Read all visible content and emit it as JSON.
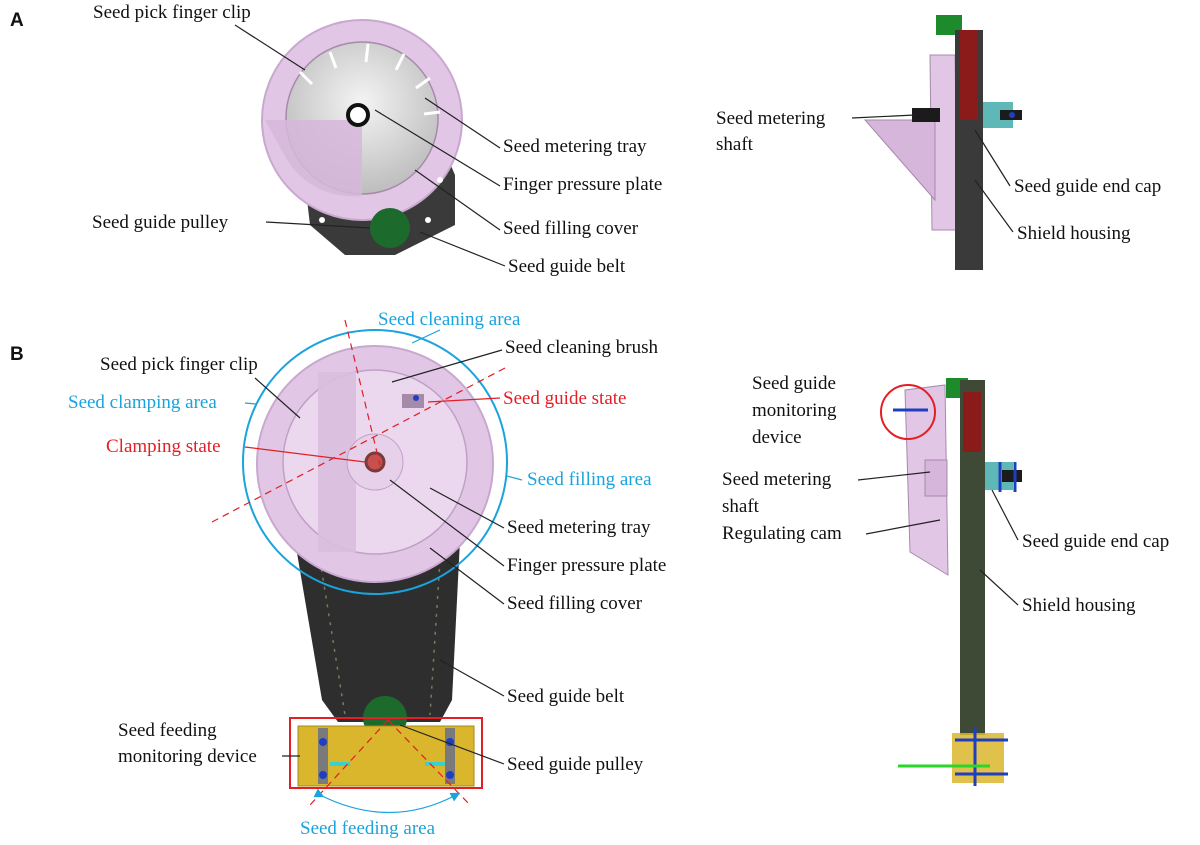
{
  "panel_a": {
    "letter": "A",
    "front_labels": {
      "finger_clip": "Seed pick finger clip",
      "metering_tray": "Seed metering tray",
      "pressure_plate": "Finger pressure plate",
      "filling_cover": "Seed filling cover",
      "guide_pulley": "Seed guide pulley",
      "guide_belt": "Seed guide belt"
    },
    "side_labels": {
      "shaft_line1": "Seed metering",
      "shaft_line2": "shaft",
      "end_cap": "Seed guide end cap",
      "shield": "Shield housing"
    }
  },
  "panel_b": {
    "letter": "B",
    "front_labels": {
      "cleaning_area": "Seed cleaning area",
      "cleaning_brush": "Seed cleaning brush",
      "finger_clip": "Seed pick finger clip",
      "guide_state": "Seed guide state",
      "clamping_area": "Seed clamping area",
      "clamping_state": "Clamping state",
      "filling_area": "Seed filling area",
      "metering_tray": "Seed metering tray",
      "pressure_plate": "Finger pressure plate",
      "filling_cover": "Seed filling cover",
      "guide_belt": "Seed guide belt",
      "feeding_monitor_line1": "Seed feeding",
      "feeding_monitor_line2": "monitoring device",
      "guide_pulley": "Seed guide pulley",
      "feeding_area": "Seed feeding area"
    },
    "side_labels": {
      "guide_monitor_line1": "Seed guide",
      "guide_monitor_line2": "monitoring",
      "guide_monitor_line3": "device",
      "shaft_line1": "Seed metering",
      "shaft_line2": "shaft",
      "regulating_cam": "Regulating cam",
      "end_cap": "Seed guide end cap",
      "shield": "Shield housing"
    }
  },
  "colors": {
    "label_black": "#111111",
    "area_blue": "#1aa3dc",
    "state_red": "#e31e24",
    "disc_pink": "#e2c6e6",
    "housing_dark": "#2e2e2e",
    "pulley_green": "#1d6b2c",
    "sensor_yellow": "#d9b62b",
    "bolt_blue": "#1f3fbf"
  }
}
